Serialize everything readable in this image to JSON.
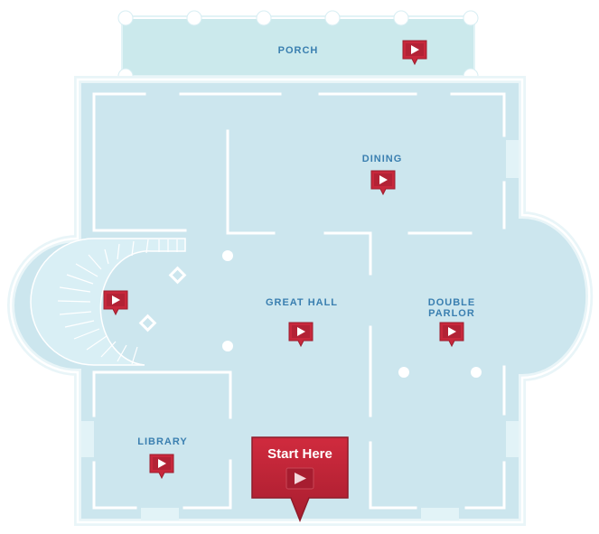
{
  "rooms": {
    "porch": "PORCH",
    "dining": "DINING",
    "great_hall": "GREAT HALL",
    "double_parlor": "DOUBLE\nPARLOR",
    "library": "LIBRARY"
  },
  "start_button": {
    "label": "Start Here"
  },
  "icons": {
    "marker": "play-marker-icon",
    "start": "play-icon"
  },
  "colors": {
    "floor": "#cce6ee",
    "porch": "#cbe9ec",
    "wall": "#ffffff",
    "label": "#3a7fb0",
    "marker": "#c8283c",
    "marker_dark": "#9c1e2e"
  }
}
